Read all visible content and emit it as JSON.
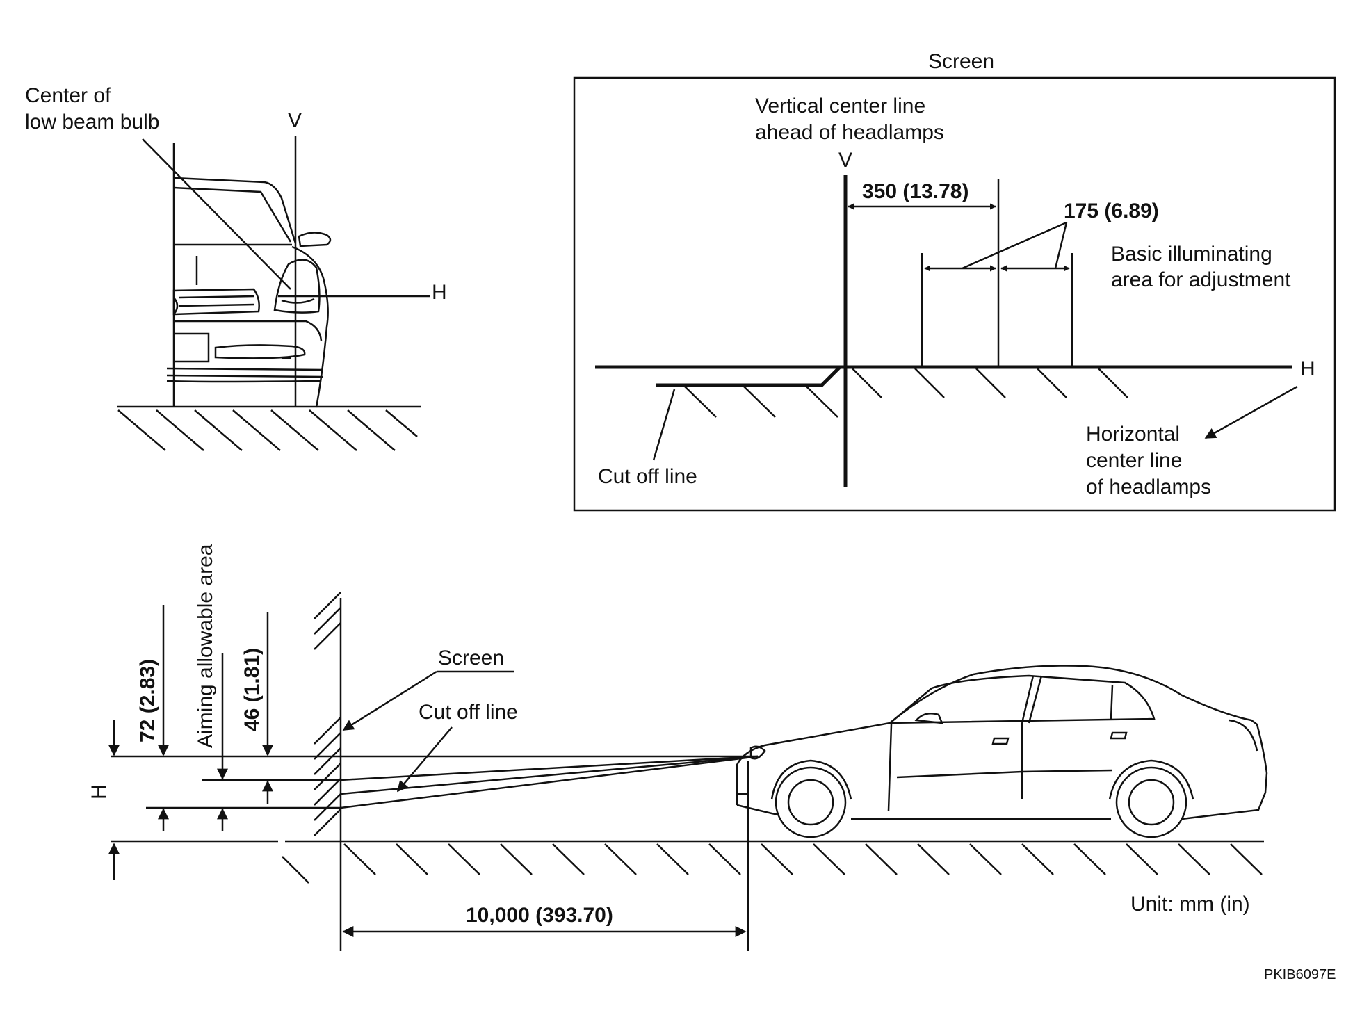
{
  "front_view": {
    "bulb_label_line1": "Center of",
    "bulb_label_line2": "low beam bulb",
    "v_label": "V",
    "h_label": "H"
  },
  "screen_panel": {
    "title": "Screen",
    "vcl_line1": "Vertical center line",
    "vcl_line2": "ahead of headlamps",
    "v_label": "V",
    "dim_350": "350  (13.78)",
    "dim_175": "175  (6.89)",
    "area_line1": "Basic illuminating",
    "area_line2": "area for adjustment",
    "h_label": "H",
    "hcl_line1": "Horizontal",
    "hcl_line2": "center line",
    "hcl_line3": "of headlamps",
    "cutoff": "Cut off line"
  },
  "side_view": {
    "screen": "Screen",
    "cutoff": "Cut off line",
    "aiming": "Aiming allowable area",
    "dim_72": "72 (2.83)",
    "dim_46": "46 (1.81)",
    "h_label": "H",
    "dim_10000": "10,000  (393.70)",
    "unit": "Unit:  mm  (in)"
  },
  "figure_code": "PKIB6097E"
}
